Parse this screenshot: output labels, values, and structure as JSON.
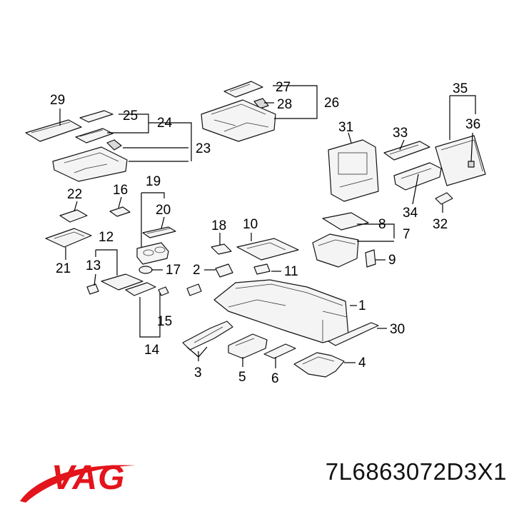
{
  "diagram": {
    "callouts": [
      {
        "id": "c1",
        "label": "1"
      },
      {
        "id": "c2",
        "label": "2"
      },
      {
        "id": "c3",
        "label": "3"
      },
      {
        "id": "c4",
        "label": "4"
      },
      {
        "id": "c5",
        "label": "5"
      },
      {
        "id": "c6",
        "label": "6"
      },
      {
        "id": "c7",
        "label": "7"
      },
      {
        "id": "c8",
        "label": "8"
      },
      {
        "id": "c9",
        "label": "9"
      },
      {
        "id": "c10",
        "label": "10"
      },
      {
        "id": "c11",
        "label": "11"
      },
      {
        "id": "c12",
        "label": "12"
      },
      {
        "id": "c13",
        "label": "13"
      },
      {
        "id": "c14",
        "label": "14"
      },
      {
        "id": "c15",
        "label": "15"
      },
      {
        "id": "c16",
        "label": "16"
      },
      {
        "id": "c17",
        "label": "17"
      },
      {
        "id": "c18",
        "label": "18"
      },
      {
        "id": "c19",
        "label": "19"
      },
      {
        "id": "c20",
        "label": "20"
      },
      {
        "id": "c21",
        "label": "21"
      },
      {
        "id": "c22",
        "label": "22"
      },
      {
        "id": "c23",
        "label": "23"
      },
      {
        "id": "c24",
        "label": "24"
      },
      {
        "id": "c25",
        "label": "25"
      },
      {
        "id": "c26",
        "label": "26"
      },
      {
        "id": "c27",
        "label": "27"
      },
      {
        "id": "c28",
        "label": "28"
      },
      {
        "id": "c29",
        "label": "29"
      },
      {
        "id": "c30",
        "label": "30"
      },
      {
        "id": "c31",
        "label": "31"
      },
      {
        "id": "c32",
        "label": "32"
      },
      {
        "id": "c33",
        "label": "33"
      },
      {
        "id": "c34",
        "label": "34"
      },
      {
        "id": "c35",
        "label": "35"
      },
      {
        "id": "c36",
        "label": "36"
      }
    ]
  },
  "brand": {
    "logo_text": "VAG",
    "logo_color": "#e3141b"
  },
  "part_number": "7L6863072D3X1"
}
